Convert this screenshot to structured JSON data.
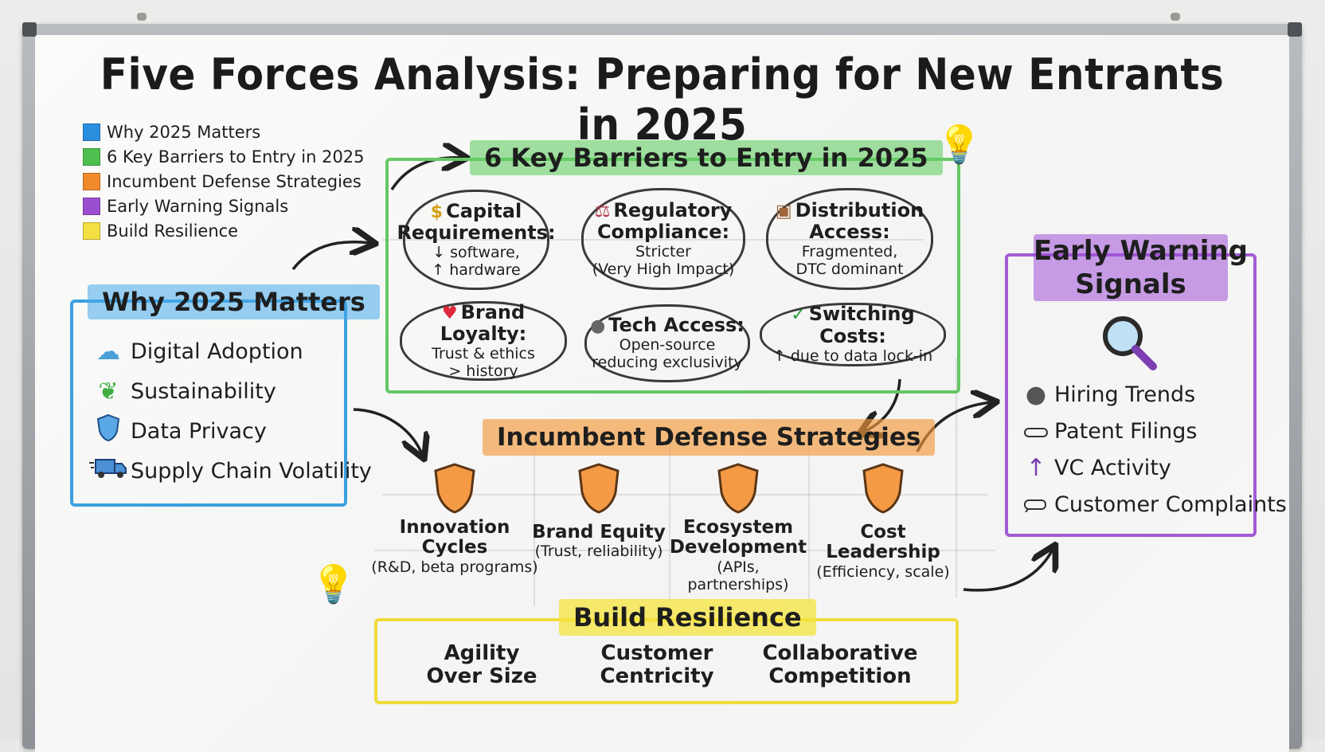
{
  "title": "Five Forces Analysis: Preparing for New Entrants in 2025",
  "colors": {
    "blue": "#3aa0e0",
    "green": "#5cc85c",
    "orange": "#f39a3c",
    "purple": "#9b4fd0",
    "yellow": "#f4e040"
  },
  "legend": [
    {
      "label": "Why 2025 Matters",
      "color": "#2b8fe0"
    },
    {
      "label": "6 Key Barriers to Entry in 2025",
      "color": "#4fc04f"
    },
    {
      "label": "Incumbent Defense Strategies",
      "color": "#f08a2c"
    },
    {
      "label": "Early Warning Signals",
      "color": "#9b4fd0"
    },
    {
      "label": "Build Resilience",
      "color": "#f4e040"
    }
  ],
  "why": {
    "heading": "Why 2025 Matters",
    "items": [
      {
        "label": "Digital Adoption",
        "icon": "cloud-icon"
      },
      {
        "label": "Sustainability",
        "icon": "leaf-icon"
      },
      {
        "label": "Data Privacy",
        "icon": "shield-icon"
      },
      {
        "label": "Supply Chain Volatility",
        "icon": "truck-icon"
      }
    ]
  },
  "barriers": {
    "heading": "6 Key Barriers to Entry in 2025",
    "items": [
      {
        "title": "Capital Requirements:",
        "desc1": "↓ software,",
        "desc2": "↑ hardware",
        "icon": "dollar-icon"
      },
      {
        "title": "Regulatory Compliance:",
        "desc1": "Stricter",
        "desc2": "(Very High Impact)",
        "icon": "scales-icon"
      },
      {
        "title": "Distribution Access:",
        "desc1": "Fragmented,",
        "desc2": "DTC dominant",
        "icon": "box-icon"
      },
      {
        "title": "Brand Loyalty:",
        "desc1": "Trust & ethics",
        "desc2": "> history",
        "icon": "heart-icon"
      },
      {
        "title": "Tech Access:",
        "desc1": "Open-source",
        "desc2": "reducing exclusivity",
        "icon": "bulb-icon"
      },
      {
        "title": "Switching Costs:",
        "desc1": "↑ due to data lock-in",
        "desc2": "",
        "icon": "check-icon"
      }
    ]
  },
  "defense": {
    "heading": "Incumbent Defense Strategies",
    "items": [
      {
        "title1": "Innovation",
        "title2": "Cycles",
        "sub": "(R&D, beta programs)"
      },
      {
        "title1": "Brand Equity",
        "title2": "",
        "sub": "(Trust, reliability)"
      },
      {
        "title1": "Ecosystem",
        "title2": "Development",
        "sub": "(APIs, partnerships)"
      },
      {
        "title1": "Cost Leadership",
        "title2": "",
        "sub": "(Efficiency, scale)"
      }
    ]
  },
  "warning": {
    "heading1": "Early Warning",
    "heading2": "Signals",
    "items": [
      {
        "label": "Hiring Trends",
        "icon": "bulb-icon"
      },
      {
        "label": "Patent Filings",
        "icon": "document-icon"
      },
      {
        "label": "VC Activity",
        "icon": "arrow-up-icon"
      },
      {
        "label": "Customer Complaints",
        "icon": "chat-icon"
      }
    ]
  },
  "resilience": {
    "heading": "Build Resilience",
    "items": [
      {
        "line1": "Agility",
        "line2": "Over Size"
      },
      {
        "line1": "Customer",
        "line2": "Centricity"
      },
      {
        "line1": "Collaborative",
        "line2": "Competition"
      }
    ]
  }
}
